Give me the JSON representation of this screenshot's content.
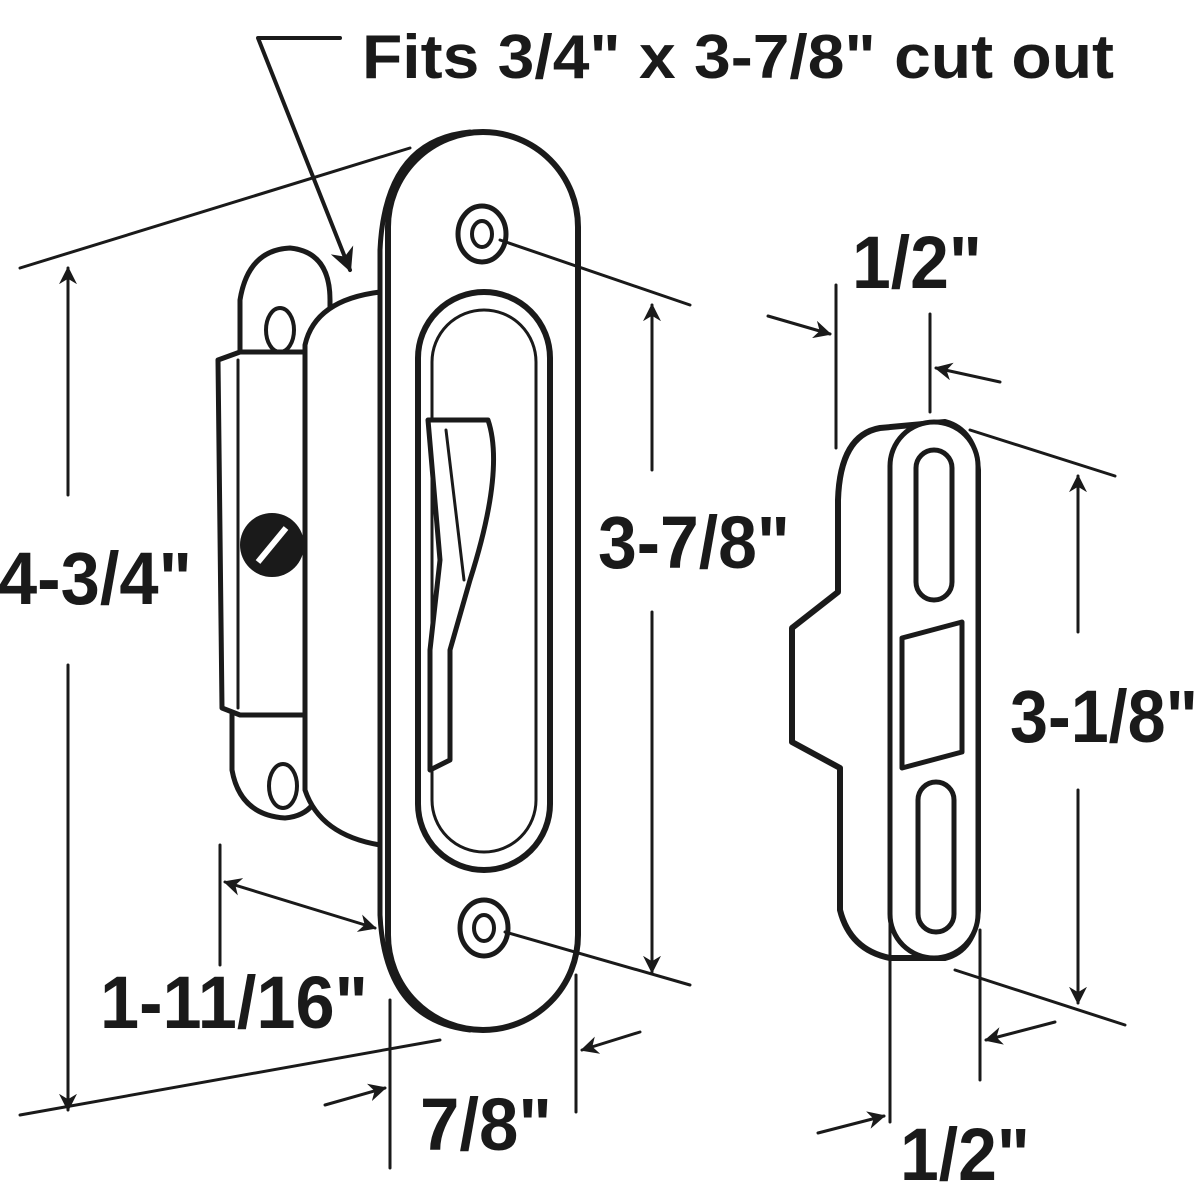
{
  "callout": {
    "text": "Fits 3/4\" x 3-7/8\" cut out"
  },
  "dimensions": {
    "overall_height": "4-3/4\"",
    "plate_hole_spacing": "3-7/8\"",
    "body_depth": "1-11/16\"",
    "plate_width": "7/8\"",
    "strike_top_width": "1/2\"",
    "strike_height": "3-1/8\"",
    "strike_bottom_width": "1/2\""
  },
  "colors": {
    "ink": "#1a1a1a",
    "background": "#ffffff"
  }
}
